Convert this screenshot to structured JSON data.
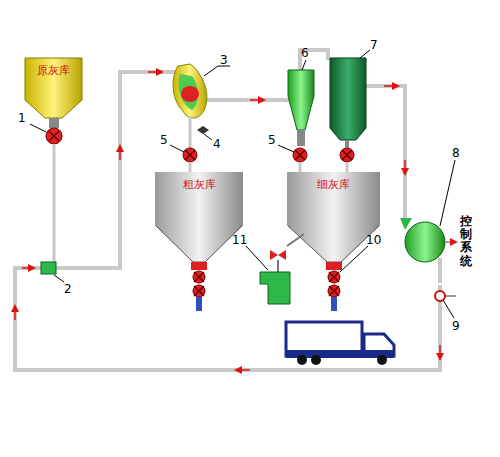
{
  "diagram": {
    "nodes": [
      {
        "text": [
          "原灰库"
        ]
      },
      {
        "text": [
          "粗灰库"
        ]
      },
      {
        "text": [
          "细灰库"
        ]
      }
    ],
    "labels": [
      "1",
      "2",
      "3",
      "4",
      "5",
      "5",
      "6",
      "7",
      "8",
      "9",
      "10",
      "11",
      "控制系统"
    ]
  }
}
